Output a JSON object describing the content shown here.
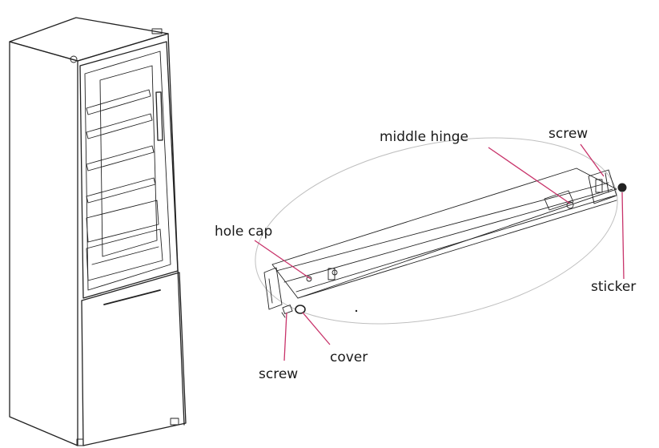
{
  "diagram": {
    "callouts": {
      "middle_hinge": "middle hinge",
      "screw_top": "screw",
      "hole_cap": "hole cap",
      "sticker": "sticker",
      "cover": "cover",
      "screw_bottom": "screw"
    },
    "colors": {
      "leader_line": "#c8336a",
      "outline": "#222222",
      "zoom_ellipse": "#bfbfbf"
    }
  }
}
